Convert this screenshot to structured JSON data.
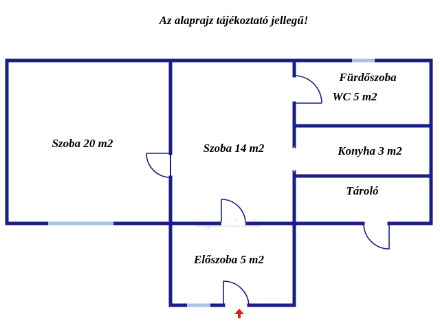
{
  "note": "Az alaprajz tájékoztató jellegű!",
  "rooms": {
    "szoba_20": "Szoba 20 m2",
    "szoba_14": "Szoba 14 m2",
    "furdo_line1": "Fürdőszoba",
    "furdo_line2": "WC 5 m2",
    "konyha": "Konyha 3 m2",
    "tarolo": "Tároló",
    "eloszoba": "Előszoba 5 m2"
  },
  "watermark": "ingatlanbank",
  "colors": {
    "wall": "#1a1f87",
    "window": "#a9c3ea",
    "entrance_arrow": "#e31b1b"
  }
}
